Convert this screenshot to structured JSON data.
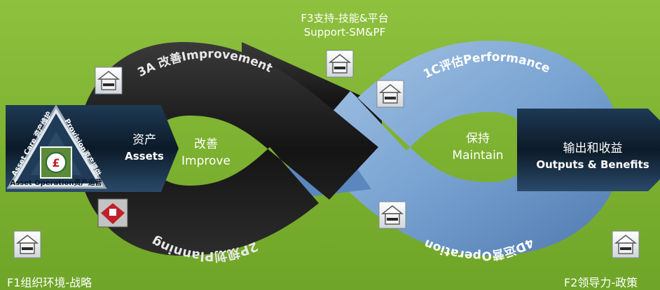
{
  "corners": {
    "bottom_left": "F1组织环境-战略",
    "bottom_right": "F2领导力-政策"
  },
  "top_support": {
    "line1": "F3支持-技能&平台",
    "line2": "Support-SM&PF"
  },
  "loop_labels": {
    "improvement": "3A 改善Improvement",
    "performance": "1C评估Performance",
    "planning": "2P规划Planning",
    "operation": "4D运营Operation"
  },
  "left_block": {
    "cn": "资产",
    "en": "Assets"
  },
  "improve": {
    "cn": "改善",
    "en": "Improve"
  },
  "maintain": {
    "cn": "保持",
    "en": "Maintain"
  },
  "right_block": {
    "cn": "输出和收益",
    "en": "Outputs & Benefits"
  },
  "triangle": {
    "asset_care": "Asset Care 资产维护",
    "provision": "Provision资产提供",
    "asset_operation": "Asset Operation资产运营",
    "center_symbol": "£"
  },
  "colors": {
    "background": "#7fb332",
    "dark_loop": "#262626",
    "blue_loop": "#6f99c8",
    "block_dark": "#10202e"
  },
  "icons": [
    "house-icon"
  ]
}
